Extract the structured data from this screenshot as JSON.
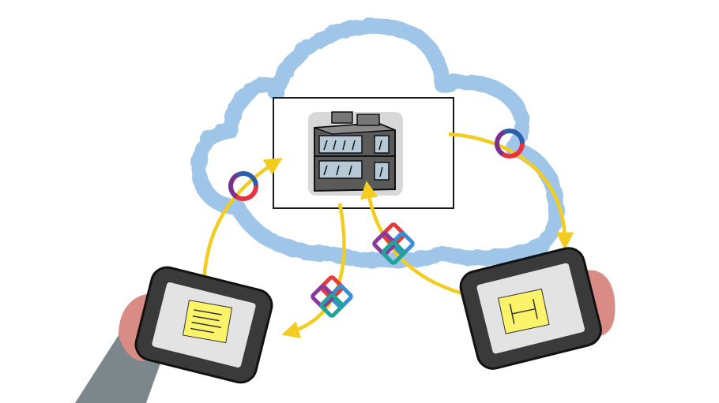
{
  "colors": {
    "cloud": "#8fbde6",
    "arrow": "#f2cc1f",
    "frame": "#1a1a1a",
    "tablet_body": "#3a3a3a",
    "tablet_screen": "#e3e3e3",
    "sticky_note": "#fbf36a",
    "hand": "#d98c85",
    "sleeve": "#6e7a80",
    "swirl_red": "#e4343f",
    "swirl_purple": "#7b2f8e",
    "swirl_blue": "#2e5ea8",
    "chain_red": "#e33b3b",
    "chain_purple": "#8a3a9c",
    "chain_blue": "#3a8fd0",
    "chain_teal": "#21a39a"
  },
  "icons": [
    "cloud",
    "server-building",
    "tablet-left",
    "tablet-right",
    "sticky-note",
    "swirl-logo",
    "chain-logo"
  ]
}
